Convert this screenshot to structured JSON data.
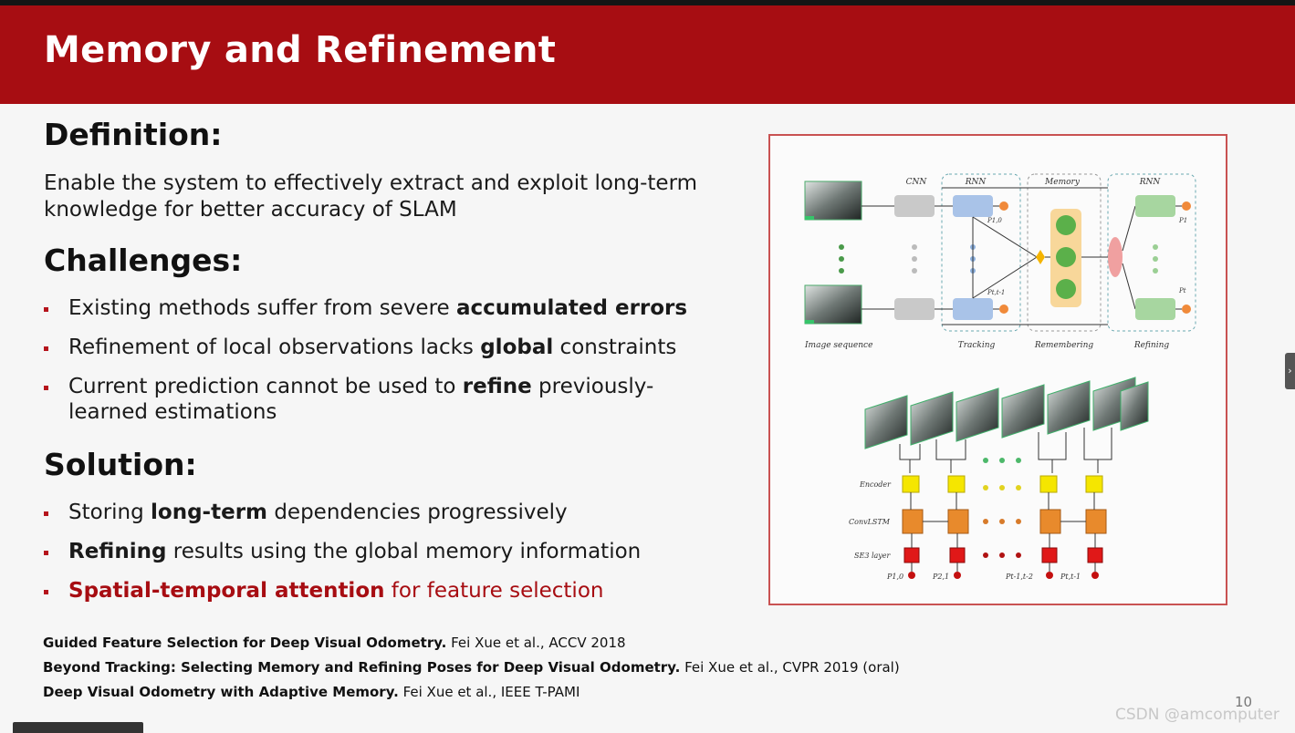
{
  "slide": {
    "title": "Memory and Refinement",
    "page_number": "10"
  },
  "definition": {
    "heading": "Definition:",
    "text": "Enable the system to effectively extract and exploit long-term knowledge for better accuracy of SLAM"
  },
  "challenges": {
    "heading": "Challenges:",
    "items": [
      {
        "pre": "Existing methods suffer from severe ",
        "bold": "accumulated errors",
        "post": ""
      },
      {
        "pre": "Refinement of local observations lacks ",
        "bold": "global",
        "post": " constraints"
      },
      {
        "pre": "Current prediction cannot be used to ",
        "bold": "refine",
        "post": " previously-learned estimations"
      }
    ]
  },
  "solution": {
    "heading": "Solution:",
    "items": [
      {
        "pre": "Storing ",
        "bold": "long-term",
        "post": " dependencies progressively"
      },
      {
        "pre": "",
        "bold": "Refining",
        "post": " results using the global memory information"
      },
      {
        "pre": "",
        "bold": "Spatial-temporal attention",
        "post": " for feature selection"
      }
    ]
  },
  "references": [
    {
      "title": "Guided Feature Selection for Deep Visual Odometry.",
      "meta": " Fei Xue et al., ACCV 2018"
    },
    {
      "title": "Beyond Tracking: Selecting Memory and Refining Poses for Deep Visual Odometry.",
      "meta": " Fei Xue et al., CVPR 2019 (oral)"
    },
    {
      "title": "Deep Visual Odometry with Adaptive Memory.",
      "meta": " Fei Xue et al., IEEE T-PAMI"
    }
  ],
  "diagram_top": {
    "labels": {
      "cnn": "CNN",
      "rnn1": "RNN",
      "memory": "Memory",
      "rnn2": "RNN",
      "image_sequence": "Image sequence",
      "tracking": "Tracking",
      "remembering": "Remembering",
      "refining": "Refining",
      "p_top": "P1,0",
      "p_bottom": "Pt,t-1",
      "p_out_top": "P1",
      "p_out_bottom": "Pt"
    }
  },
  "diagram_bottom": {
    "labels": {
      "encoder": "Encoder",
      "convlstm": "ConvLSTM",
      "se3": "SE3 layer",
      "p0": "P1,0",
      "p1": "P2,1",
      "p2": "Pt-1,t-2",
      "p3": "Pt,t-1"
    }
  },
  "watermark": "CSDN @amcomputer",
  "colors": {
    "header_red": "#a70d12",
    "accent_red": "#a70d12",
    "figure_border": "#c95252"
  }
}
